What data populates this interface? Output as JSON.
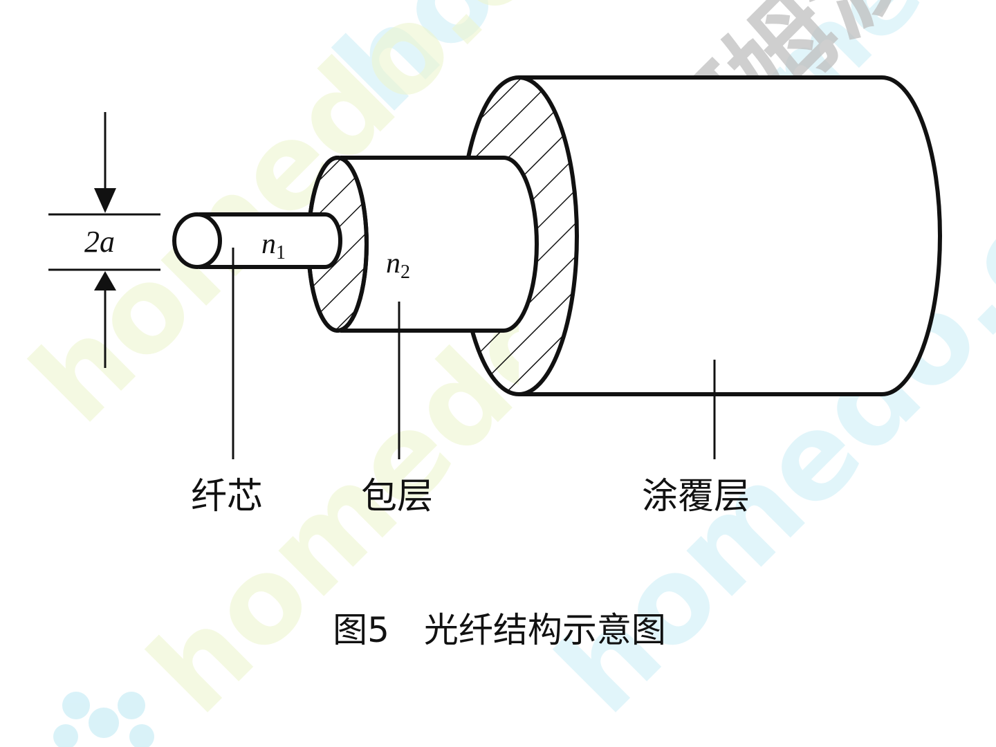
{
  "diagram": {
    "dimension_label": "2a",
    "core_index_base": "n",
    "core_index_sub": "1",
    "cladding_index_base": "n",
    "cladding_index_sub": "2",
    "labels": {
      "core": "纤芯",
      "cladding": "包层",
      "coating": "涂覆层"
    },
    "caption": "图5　光纤结构示意图"
  },
  "watermark": {
    "text_latin": "homedo.com",
    "text_cn": "河姆渡",
    "colors": {
      "cyan": "#c9edf6",
      "yellow": "#eef6cf",
      "gray": "#bfbfbf"
    }
  },
  "colors": {
    "stroke": "#111111",
    "background": "#ffffff"
  }
}
